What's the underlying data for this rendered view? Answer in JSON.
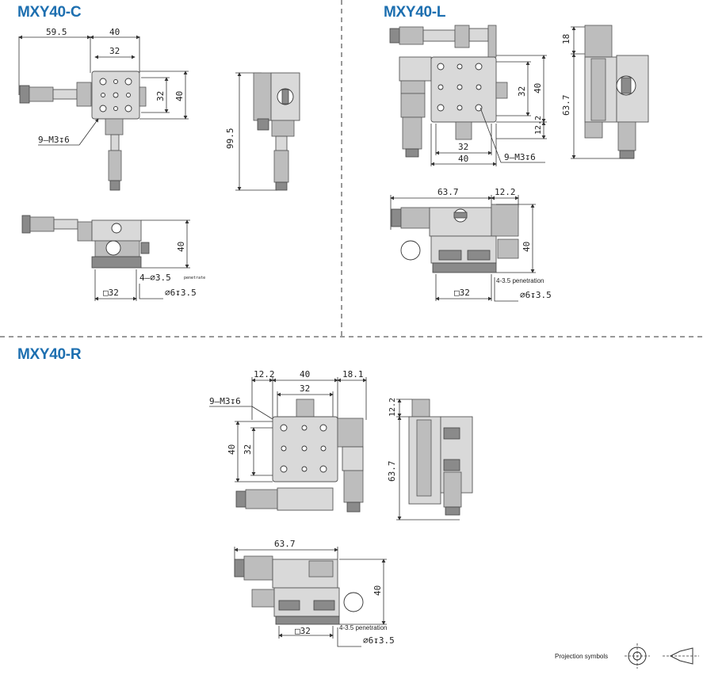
{
  "models": {
    "c": "MXY40-C",
    "l": "MXY40-L",
    "r": "MXY40-R"
  },
  "c": {
    "d59": "59.5",
    "d40": "40",
    "d32": "32",
    "side32": "32",
    "side40": "40",
    "holes": "9—M3↧6",
    "h995": "99.5",
    "front40": "40",
    "fr_holes": "4—∅3.5",
    "penetrate": "penetrate",
    "sq32": "□32",
    "cb": "∅6↧3.5"
  },
  "l": {
    "d18": "18",
    "d637": "63.7",
    "d32": "32",
    "d40": "40",
    "d122": "12.2",
    "w32": "32",
    "w40": "40",
    "holes": "9—M3↧6",
    "f637": "63.7",
    "f122": "12.2",
    "f40": "40",
    "pen": "4-3.5 penetration",
    "sq32": "□32",
    "cb": "∅6↧3.5"
  },
  "r": {
    "d122": "12.2",
    "d40": "40",
    "d181": "18.1",
    "d32": "32",
    "holes": "9—M3↧6",
    "h40": "40",
    "h32": "32",
    "s122": "12.2",
    "s637": "63.7",
    "f637": "63.7",
    "f40": "40",
    "pen": "4-3.5 penetration",
    "sq32": "□32",
    "cb": "∅6↧3.5"
  },
  "legend": {
    "label": "Projection symbols"
  },
  "icons": [
    "hole-pattern-icon",
    "micrometer-icon",
    "projection-symbol-icon"
  ]
}
